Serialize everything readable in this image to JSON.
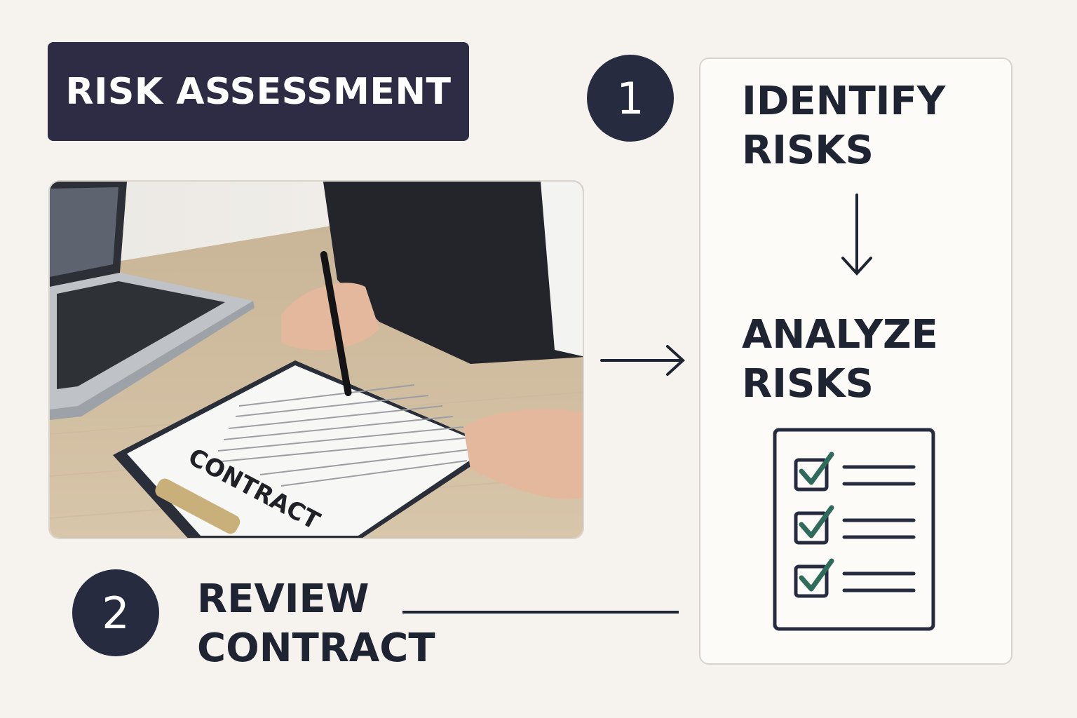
{
  "header": {
    "title": "RISK ASSESSMENT"
  },
  "steps": [
    {
      "number": "1",
      "line1": "IDENTIFY",
      "line2": "RISKS"
    },
    {
      "number": "2",
      "line1": "REVIEW",
      "line2": "CONTRACT"
    }
  ],
  "analyze": {
    "line1": "ANALYZE",
    "line2": "RISKS"
  },
  "photo": {
    "document_label": "CONTRACT"
  },
  "checklist": {
    "items": 3,
    "check_color": "#2f6b5a"
  },
  "colors": {
    "navy": "#2d2c44",
    "circle": "#272b3f",
    "background": "#f6f3ee",
    "text": "#1f2433"
  }
}
